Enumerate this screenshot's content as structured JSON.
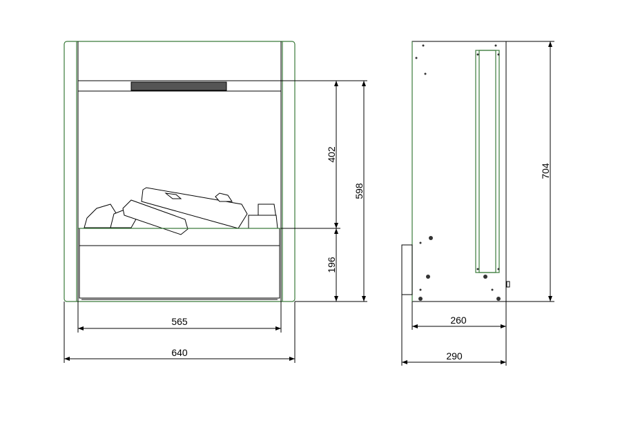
{
  "colors": {
    "frame": "#3a7a3a",
    "line": "#000000"
  },
  "front_view": {
    "dim_inner_width": "565",
    "dim_outer_width": "640",
    "dim_opening_height": "402",
    "dim_base_height": "196",
    "dim_total_height": "598"
  },
  "side_view": {
    "dim_depth": "260",
    "dim_total_depth": "290",
    "dim_height": "704"
  }
}
